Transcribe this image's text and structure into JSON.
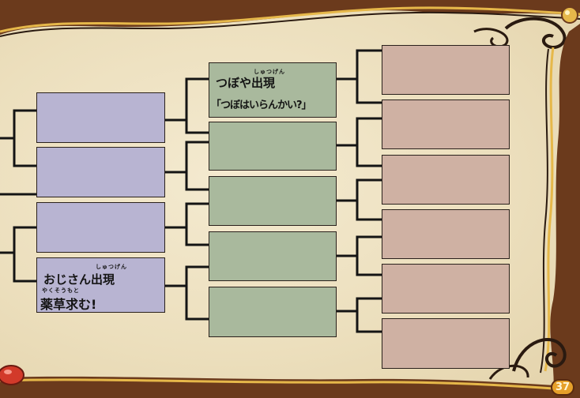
{
  "page_number": "37",
  "colors": {
    "parchment": "#efe3c3",
    "frame_brown": "#6b3a1c",
    "frame_dark": "#2a1a10",
    "frame_gold": "#e6b84a",
    "column1_box": "#b8b4d2",
    "column2_box": "#a9b99d",
    "column3_box": "#cfb1a3",
    "bracket_lines": "#141414"
  },
  "bracket": {
    "column1": [
      {
        "lines": []
      },
      {
        "lines": []
      },
      {
        "lines": []
      },
      {
        "ruby": [
          "しゅつげん",
          "やくそうもと"
        ],
        "lines": [
          "おじさん出現",
          "薬草求む!"
        ]
      }
    ],
    "column2": [
      {
        "ruby": [
          "しゅつげん"
        ],
        "lines": [
          "つぼや出現",
          "「つぼはいらんかい?」"
        ]
      },
      {
        "lines": []
      },
      {
        "lines": []
      },
      {
        "lines": []
      },
      {
        "lines": []
      }
    ],
    "column3": [
      {
        "lines": []
      },
      {
        "lines": []
      },
      {
        "lines": []
      },
      {
        "lines": []
      },
      {
        "lines": []
      },
      {
        "lines": []
      }
    ]
  },
  "icons": [
    "ornate-frame-icon",
    "red-orb-icon",
    "gold-knob-icon"
  ]
}
